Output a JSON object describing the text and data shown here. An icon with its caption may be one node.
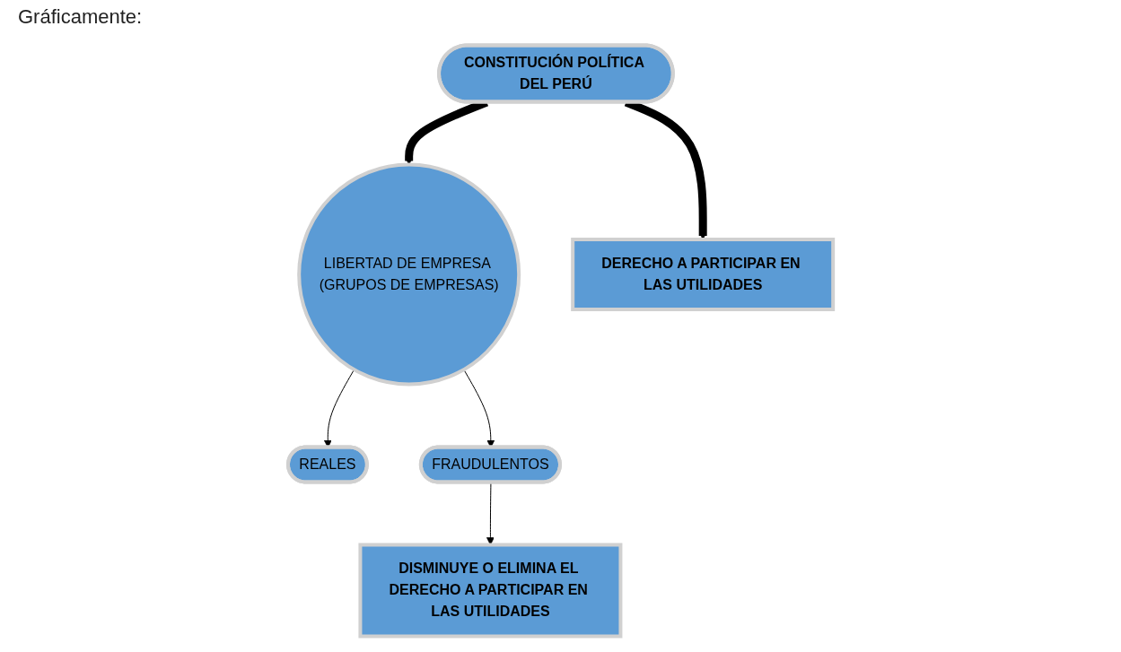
{
  "diagram": {
    "nodes": [
      {
        "text": [
          "CONSTITUCIÓN POLÍTICA DEL PERÚ"
        ]
      },
      {
        "text": [
          "LIBERTAD DE EMPRESA (GRUPOS DE EMPRESAS)"
        ]
      },
      {
        "text": [
          "REALES"
        ]
      },
      {
        "text": [
          "DERECHO A PARTICIPAR EN LAS UTILIDADES"
        ]
      },
      {
        "text": [
          "FRAUDULENTOS"
        ]
      },
      {
        "text": [
          "DISMINUYE O ELIMINA EL DERECHO A PARTICIPAR EN LAS UTILIDADES"
        ]
      }
    ],
    "edges": [
      {
        "from": 0,
        "to": 1,
        "arrow": "to",
        "style": "thick"
      },
      {
        "from": 0,
        "to": 3,
        "arrow": "to",
        "style": "thick"
      },
      {
        "from": 1,
        "to": 2,
        "arrow": "to"
      },
      {
        "from": 1,
        "to": 4,
        "arrow": "to"
      },
      {
        "from": 4,
        "to": 5,
        "arrow": "to"
      }
    ],
    "labels": [
      "Gráficamente:"
    ]
  }
}
